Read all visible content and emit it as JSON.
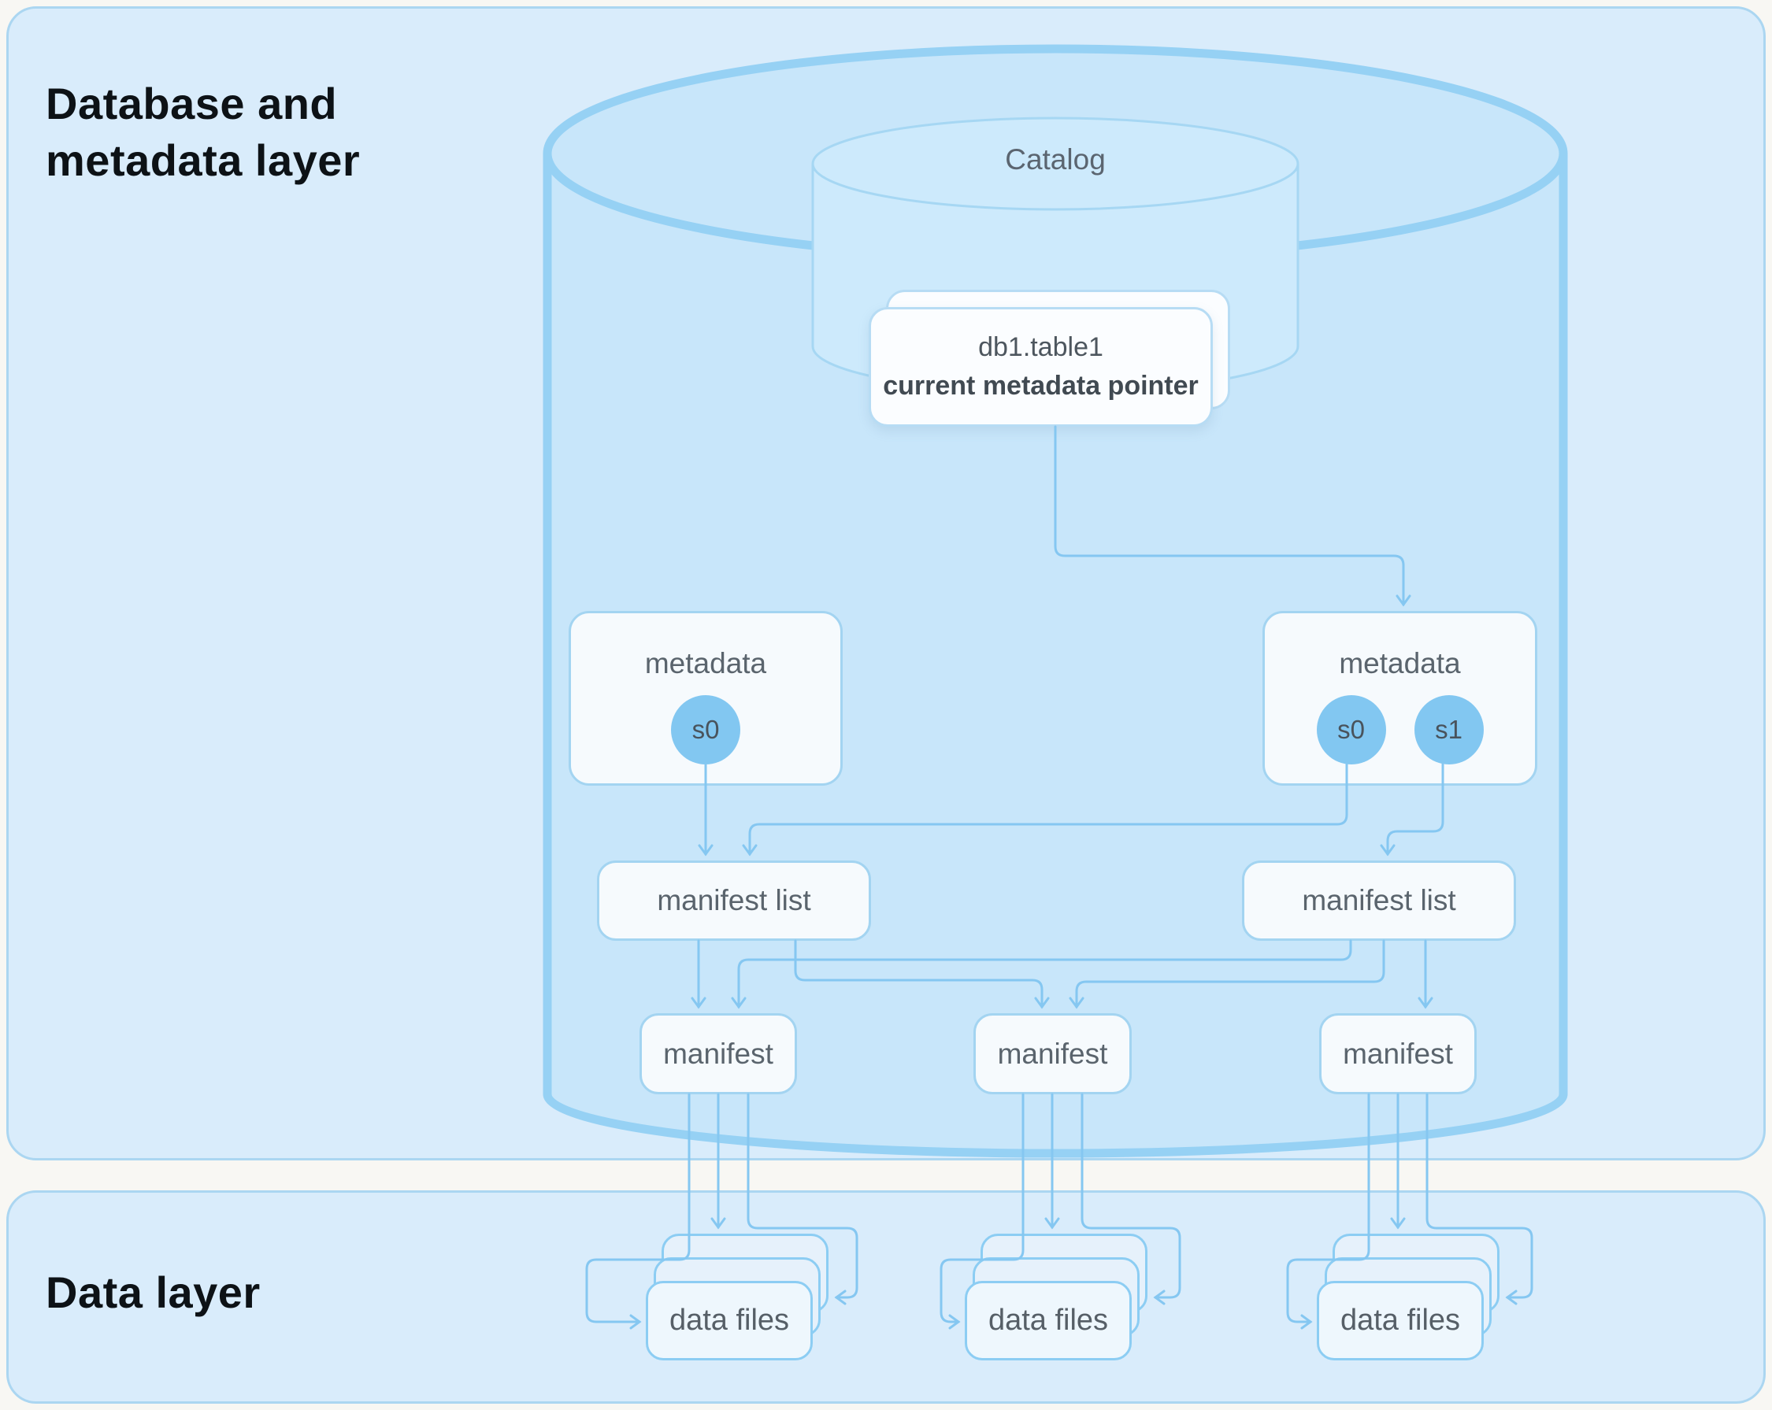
{
  "layers": {
    "metadata_layer": {
      "title": "Database and\nmetadata layer"
    },
    "data_layer": {
      "title": "Data layer"
    }
  },
  "catalog": {
    "label": "Catalog",
    "pointer_card": {
      "line1": "db1.table1",
      "line2": "current metadata pointer"
    }
  },
  "nodes": {
    "metadata_left": {
      "label": "metadata",
      "snapshots": [
        "s0"
      ]
    },
    "metadata_right": {
      "label": "metadata",
      "snapshots": [
        "s0",
        "s1"
      ]
    },
    "manifest_list_left": {
      "label": "manifest list"
    },
    "manifest_list_right": {
      "label": "manifest list"
    },
    "manifest_left": {
      "label": "manifest"
    },
    "manifest_middle": {
      "label": "manifest"
    },
    "manifest_right": {
      "label": "manifest"
    },
    "data_files_left": {
      "label": "data files"
    },
    "data_files_middle": {
      "label": "data files"
    },
    "data_files_right": {
      "label": "data files"
    }
  },
  "colors": {
    "page_background": "#f8f7f3",
    "panel_fill": "#d9ecfb",
    "panel_border": "#abd6f1",
    "cylinder_fill": "#c8e6fa",
    "cylinder_stroke": "#96d1f4",
    "inner_cylinder_fill": "#cdeafc",
    "inner_cylinder_stroke": "#a6d7f3",
    "node_fill": "#f6fafd",
    "node_border": "#a3d4f1",
    "snapshot_circle": "#82c7f1",
    "connector": "#85c7f1",
    "title_text": "#0d1216",
    "label_text": "#5a646d"
  }
}
